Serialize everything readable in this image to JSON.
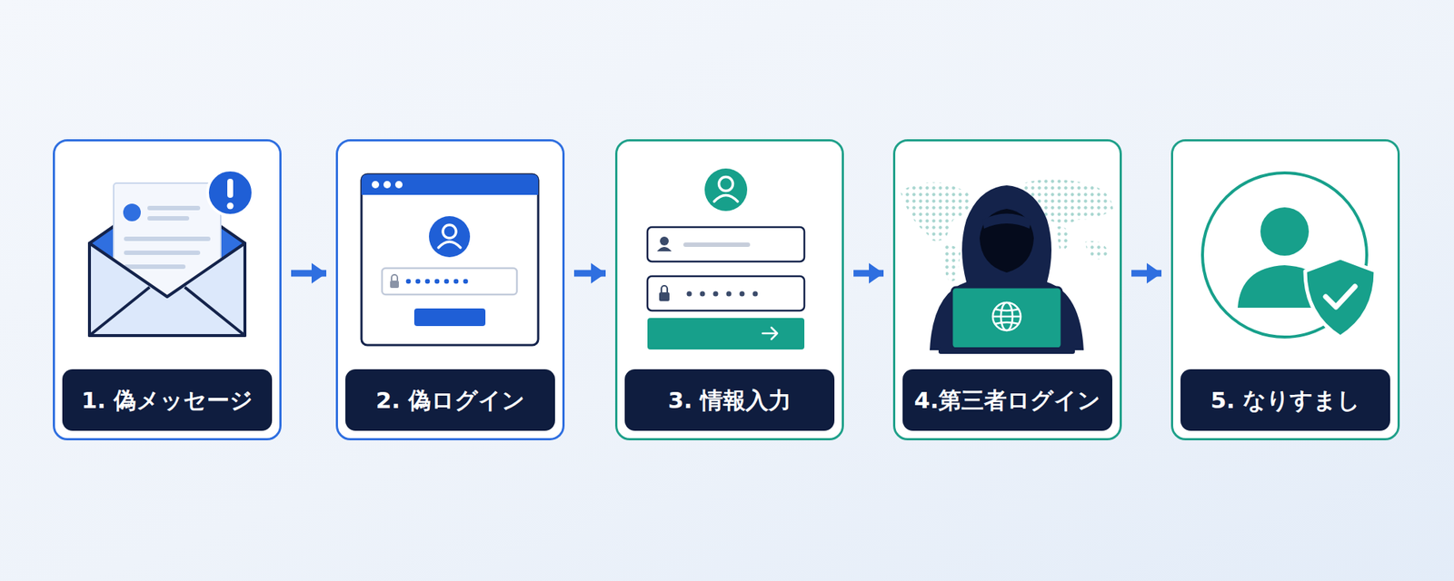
{
  "diagram": {
    "nodes": [
      {
        "text": [
          "1. 偽メッセージ"
        ]
      },
      {
        "text": [
          "2. 偽ログイン"
        ]
      },
      {
        "text": [
          "3. 情報入力"
        ]
      },
      {
        "text": [
          "4.第三者ログイン"
        ]
      },
      {
        "text": [
          "5. なりすまし"
        ]
      }
    ],
    "edges": [
      {
        "from": 0,
        "to": 1,
        "arrow": "to"
      },
      {
        "from": 1,
        "to": 2,
        "arrow": "to"
      },
      {
        "from": 2,
        "to": 3,
        "arrow": "to"
      },
      {
        "from": 3,
        "to": 4,
        "arrow": "to"
      }
    ]
  }
}
